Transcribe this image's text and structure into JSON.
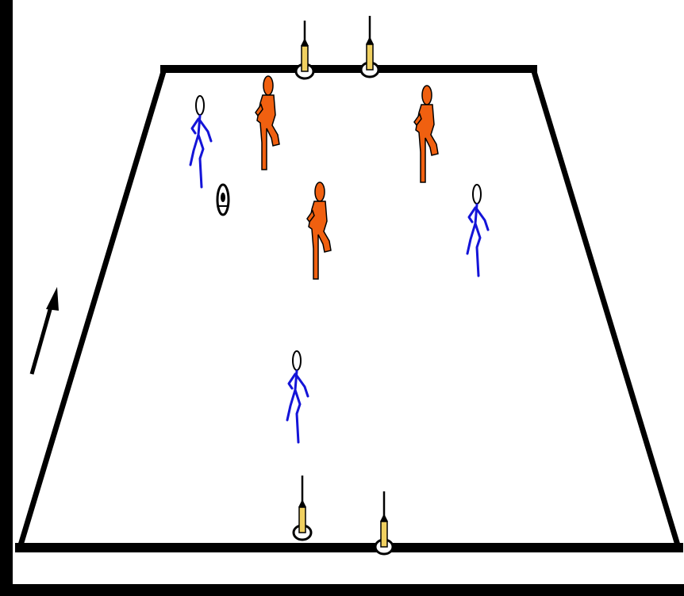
{
  "colors": {
    "frame": "#000000",
    "field": "#ffffff",
    "line": "#000000",
    "team_blue": "#1414d8",
    "team_orange": "#f06010",
    "cone_pole": "#f0d060",
    "ball": "#000000"
  },
  "diagram": {
    "field_shape": "trapezoid",
    "goals": [
      {
        "name": "top-goal",
        "posts": 2
      },
      {
        "name": "bottom-goal",
        "posts": 2
      }
    ],
    "players": {
      "blue_count": 3,
      "orange_count": 3
    },
    "ball_count": 1,
    "direction_arrow": "arrow-up-icon"
  }
}
